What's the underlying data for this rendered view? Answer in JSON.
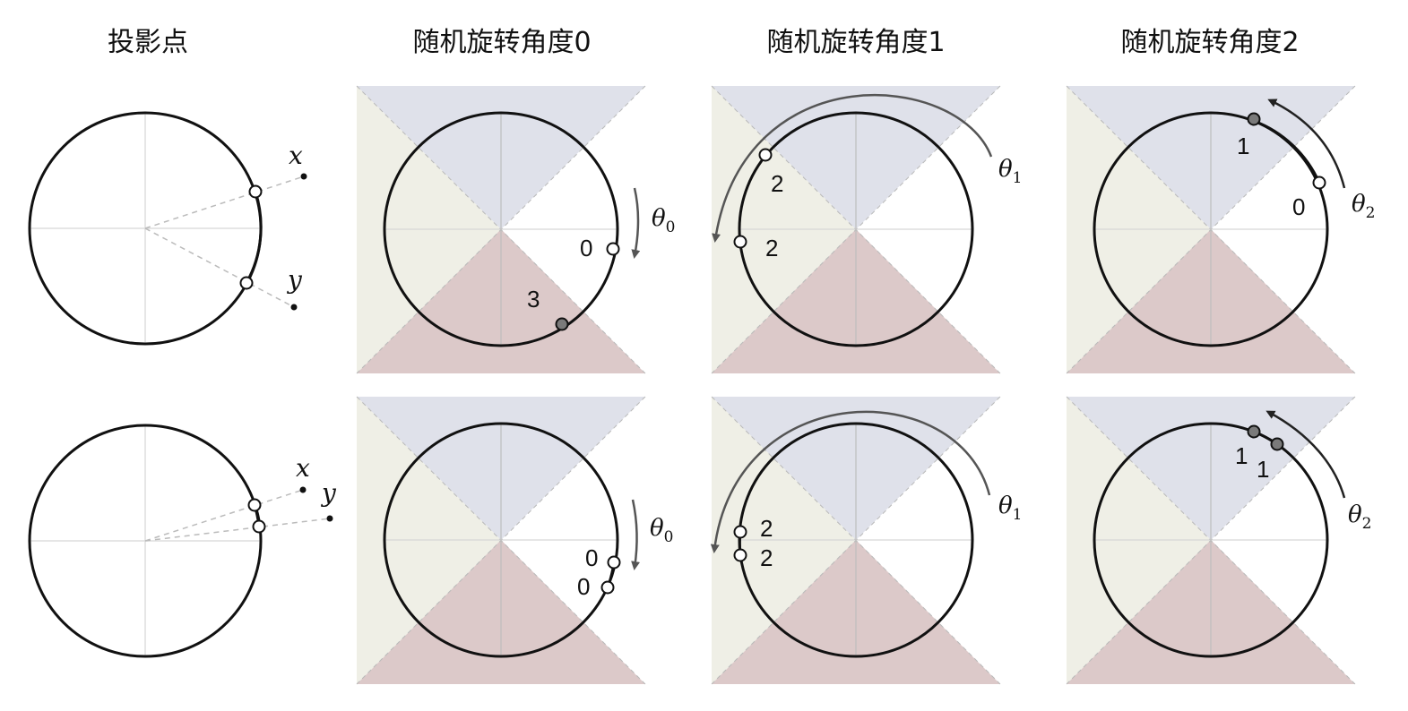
{
  "columns": {
    "projection": "投影点",
    "rot0": "随机旋转角度0",
    "rot1": "随机旋转角度1",
    "rot2": "随机旋转角度2"
  },
  "symbols": {
    "x": "x",
    "y": "y",
    "theta": "θ",
    "sub0": "0",
    "sub1": "1",
    "sub2": "2"
  },
  "region_colors": {
    "top": "#dfe1ea",
    "left": "#efefe6",
    "bottom": "#dcc9c9",
    "right": "#ffffff"
  },
  "point_colors": {
    "hollow": "#ffffff",
    "filled": "#7a7a7a"
  },
  "rows": [
    {
      "rot0": {
        "labels": [
          "0",
          "3"
        ]
      },
      "rot1": {
        "labels": [
          "2",
          "2"
        ]
      },
      "rot2": {
        "labels": [
          "1",
          "0"
        ]
      }
    },
    {
      "rot0": {
        "labels": [
          "0",
          "0"
        ]
      },
      "rot1": {
        "labels": [
          "2",
          "2"
        ]
      },
      "rot2": {
        "labels": [
          "1",
          "1"
        ]
      }
    }
  ]
}
